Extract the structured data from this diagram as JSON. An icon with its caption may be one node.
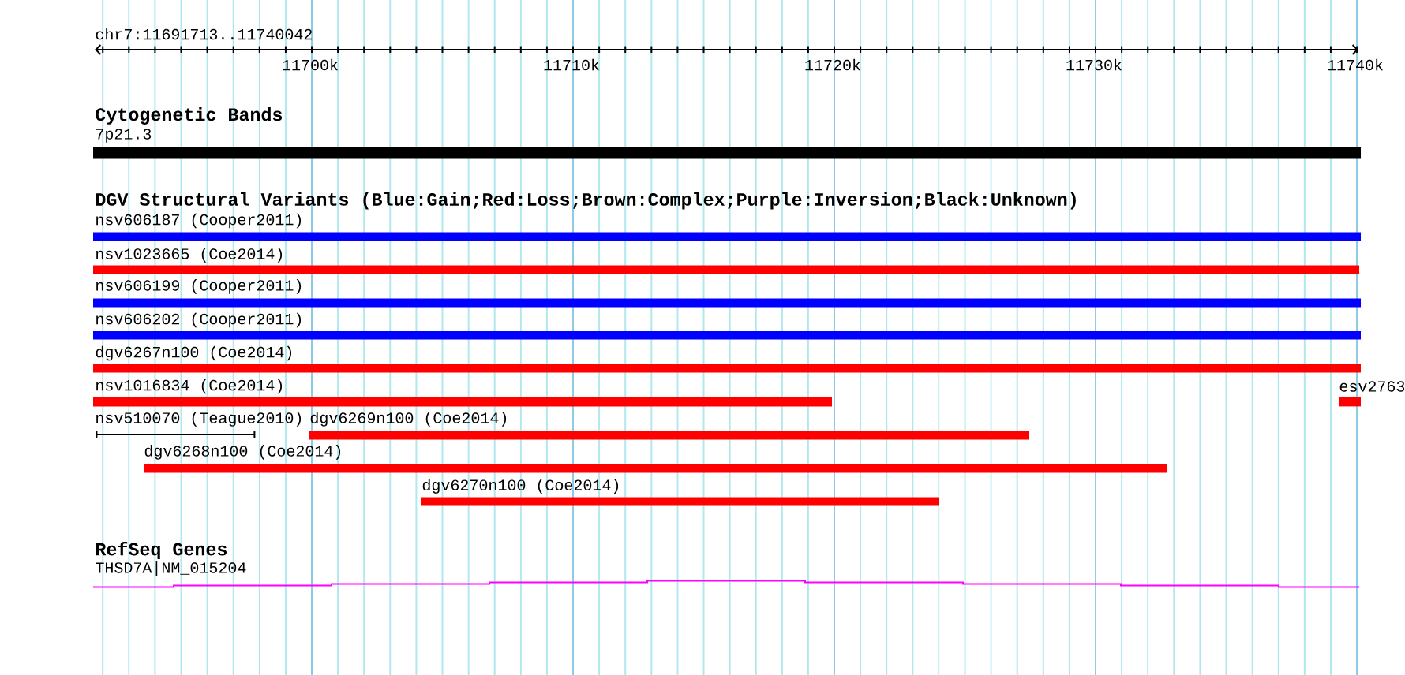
{
  "diagram": {
    "nodes": [
      {
        "text": [
          "7p21.3"
        ]
      },
      {
        "text": [
          "nsv606187 (Cooper2011)"
        ]
      },
      {
        "text": [
          "nsv1023665 (Coe2014)"
        ]
      },
      {
        "text": [
          "nsv606199 (Cooper2011)"
        ]
      },
      {
        "text": [
          "nsv606202 (Cooper2011)"
        ]
      },
      {
        "text": [
          "dgv6267n100 (Coe2014)"
        ]
      },
      {
        "text": [
          "nsv1016834 (Coe2014)"
        ]
      },
      {
        "text": [
          "esv2763"
        ]
      },
      {
        "text": [
          "nsv510070 (Teague2010)"
        ]
      },
      {
        "text": [
          "dgv6269n100 (Coe2014)"
        ]
      },
      {
        "text": [
          "dgv6268n100 (Coe2014)"
        ]
      },
      {
        "text": [
          "dgv6270n100 (Coe2014)"
        ]
      },
      {
        "text": [
          "THSD7A|NM_015204"
        ]
      }
    ],
    "labels": [
      "chr7:11691713..11740042",
      "11700k",
      "11710k",
      "11720k",
      "11730k",
      "11740k",
      "Cytogenetic Bands",
      "DGV Structural Variants (Blue:Gain;Red:Loss;Brown:Complex;Purple:Inversion;Black:Unknown)",
      "RefSeq Genes"
    ]
  }
}
